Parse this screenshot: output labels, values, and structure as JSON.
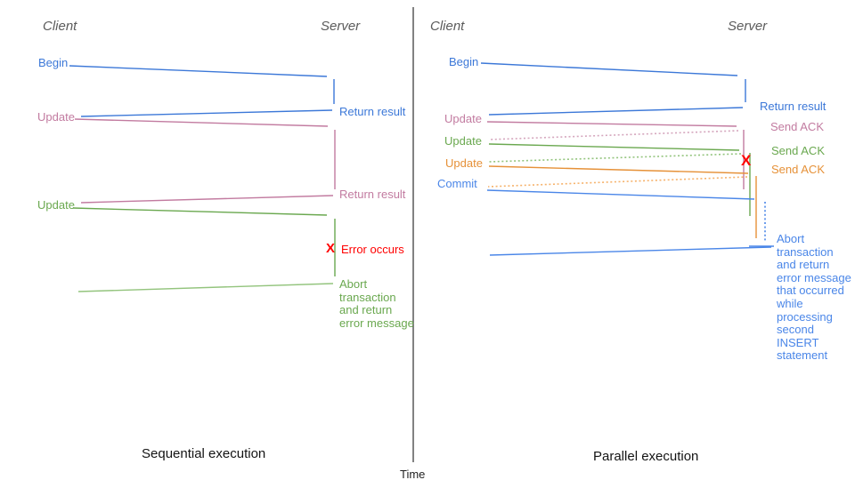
{
  "colors": {
    "blue": "#3c78d8",
    "blue_light": "#4a86e8",
    "pink": "#c27ba0",
    "pink_light": "#d5a6bd",
    "green": "#6aa84f",
    "green_light": "#93c47d",
    "orange": "#e69138",
    "orange_light": "#f6b26b",
    "red": "#ff0000",
    "axis": "#4d4d4d"
  },
  "shared": {
    "error_mark": "X",
    "time_axis_label": "Time"
  },
  "left": {
    "title": "Sequential execution",
    "client": "Client",
    "server": "Server",
    "labels": {
      "begin": "Begin",
      "return_result_1": "Return result",
      "update_1": "Update",
      "return_result_2": "Return result",
      "update_2": "Update",
      "error": "Error occurs",
      "abort": "Abort\ntransaction\nand return\nerror message"
    }
  },
  "right": {
    "title": "Parallel execution",
    "client": "Client",
    "server": "Server",
    "labels": {
      "begin": "Begin",
      "return_result": "Return result",
      "update_1": "Update",
      "send_ack_1": "Send ACK",
      "update_2": "Update",
      "send_ack_2": "Send ACK",
      "update_3": "Update",
      "send_ack_3": "Send ACK",
      "commit": "Commit",
      "abort": "Abort\ntransaction\nand return\nerror message\nthat occurred\nwhile\nprocessing\nsecond\nINSERT\nstatement"
    }
  }
}
